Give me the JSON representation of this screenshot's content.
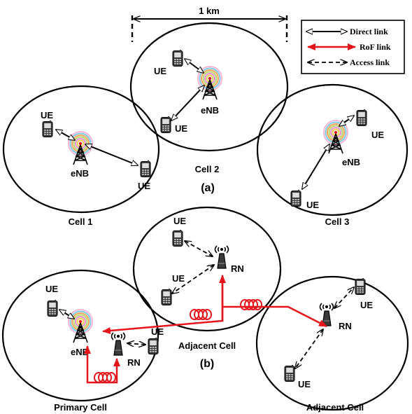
{
  "scale": {
    "label": "1 km"
  },
  "legend": {
    "direct": "Direct link",
    "rof": "RoF link",
    "access": "Access link"
  },
  "cells_a": {
    "cell1": "Cell 1",
    "cell2": "Cell 2",
    "cell3": "Cell 3"
  },
  "cells_b": {
    "primary": "Primary Cell",
    "adjacent_left": "Adjacent Cell",
    "adjacent_right": "Adjacent Cell"
  },
  "subfig": {
    "a": "(a)",
    "b": "(b)"
  },
  "nodes": {
    "ue": "UE",
    "enb": "eNB",
    "rn": "RN"
  },
  "colors": {
    "rof": "#e8141b",
    "stroke": "#000000"
  }
}
